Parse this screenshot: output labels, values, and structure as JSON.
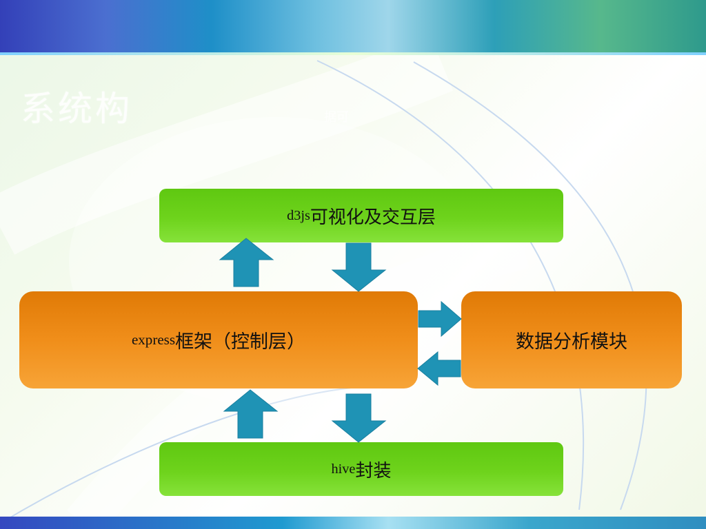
{
  "slide": {
    "title": "系统构",
    "subtitle": "据可"
  },
  "diagram": {
    "top": {
      "latin": "d3js",
      "cjk": "可视化及交互层"
    },
    "middle": {
      "latin": "express",
      "cjk": "框架（控制层）"
    },
    "right": {
      "cjk": "数据分析模块"
    },
    "bottom": {
      "latin": "hive",
      "cjk": "封装"
    }
  },
  "colors": {
    "green_box": "#6ed31c",
    "orange_box": "#f08e1a",
    "arrow": "#1f93b5"
  },
  "icons": [
    "arrow-up-icon",
    "arrow-down-icon",
    "arrow-right-icon",
    "arrow-left-icon"
  ]
}
